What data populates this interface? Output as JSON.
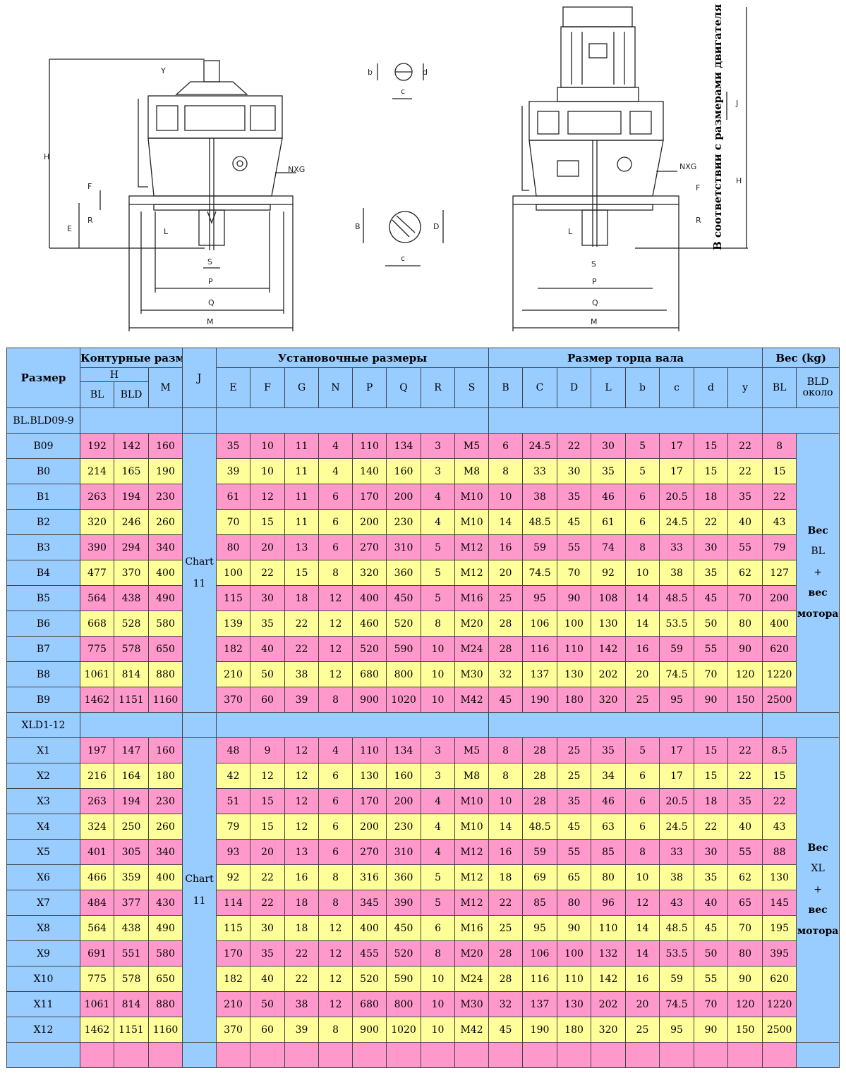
{
  "drawings": {
    "left_labels": [
      "H",
      "Y",
      "F",
      "R",
      "E",
      "L",
      "S",
      "P",
      "Q",
      "M",
      "NXG"
    ],
    "middle_top_labels": [
      "b",
      "d",
      "c"
    ],
    "middle_bottom_labels": [
      "B",
      "D",
      "c"
    ],
    "right_labels": [
      "J",
      "H",
      "F",
      "R",
      "L",
      "S",
      "P",
      "Q",
      "M",
      "NXG"
    ],
    "vertical_note": "В соответствии с размерами двигателя"
  },
  "header": {
    "col_size": "Размер",
    "group_contour": "Контурные размеры",
    "group_install": "Установочные размеры",
    "group_shaft": "Размер торца вала",
    "group_weight": "Вес (kg)",
    "H": "H",
    "BL": "BL",
    "BLD": "BLD",
    "M": "M",
    "J": "J",
    "install_cols": [
      "E",
      "F",
      "G",
      "N",
      "P",
      "Q",
      "R",
      "S"
    ],
    "shaft_cols": [
      "B",
      "C",
      "D",
      "L",
      "b",
      "c",
      "d",
      "y"
    ],
    "weight_BL": "BL",
    "weight_BLD": "BLD около"
  },
  "sections": [
    {
      "label": "BL.BLD09-9",
      "chart": [
        "Chart",
        "11"
      ],
      "note": [
        "Вес",
        "BL",
        "+",
        "вес",
        "мотора"
      ],
      "rows": [
        {
          "size": "B09",
          "v": [
            "192",
            "142",
            "160",
            "35",
            "10",
            "11",
            "4",
            "110",
            "134",
            "3",
            "M5",
            "6",
            "24.5",
            "22",
            "30",
            "5",
            "17",
            "15",
            "22",
            "8"
          ]
        },
        {
          "size": "B0",
          "v": [
            "214",
            "165",
            "190",
            "39",
            "10",
            "11",
            "4",
            "140",
            "160",
            "3",
            "M8",
            "8",
            "33",
            "30",
            "35",
            "5",
            "17",
            "15",
            "22",
            "15"
          ]
        },
        {
          "size": "B1",
          "v": [
            "263",
            "194",
            "230",
            "61",
            "12",
            "11",
            "6",
            "170",
            "200",
            "4",
            "M10",
            "10",
            "38",
            "35",
            "46",
            "6",
            "20.5",
            "18",
            "35",
            "22"
          ]
        },
        {
          "size": "B2",
          "v": [
            "320",
            "246",
            "260",
            "70",
            "15",
            "11",
            "6",
            "200",
            "230",
            "4",
            "M10",
            "14",
            "48.5",
            "45",
            "61",
            "6",
            "24.5",
            "22",
            "40",
            "43"
          ]
        },
        {
          "size": "B3",
          "v": [
            "390",
            "294",
            "340",
            "80",
            "20",
            "13",
            "6",
            "270",
            "310",
            "5",
            "M12",
            "16",
            "59",
            "55",
            "74",
            "8",
            "33",
            "30",
            "55",
            "79"
          ]
        },
        {
          "size": "B4",
          "v": [
            "477",
            "370",
            "400",
            "100",
            "22",
            "15",
            "8",
            "320",
            "360",
            "5",
            "M12",
            "20",
            "74.5",
            "70",
            "92",
            "10",
            "38",
            "35",
            "62",
            "127"
          ]
        },
        {
          "size": "B5",
          "v": [
            "564",
            "438",
            "490",
            "115",
            "30",
            "18",
            "12",
            "400",
            "450",
            "5",
            "M16",
            "25",
            "95",
            "90",
            "108",
            "14",
            "48.5",
            "45",
            "70",
            "200"
          ]
        },
        {
          "size": "B6",
          "v": [
            "668",
            "528",
            "580",
            "139",
            "35",
            "22",
            "12",
            "460",
            "520",
            "8",
            "M20",
            "28",
            "106",
            "100",
            "130",
            "14",
            "53.5",
            "50",
            "80",
            "400"
          ]
        },
        {
          "size": "B7",
          "v": [
            "775",
            "578",
            "650",
            "182",
            "40",
            "22",
            "12",
            "520",
            "590",
            "10",
            "M24",
            "28",
            "116",
            "110",
            "142",
            "16",
            "59",
            "55",
            "90",
            "620"
          ]
        },
        {
          "size": "B8",
          "v": [
            "1061",
            "814",
            "880",
            "210",
            "50",
            "38",
            "12",
            "680",
            "800",
            "10",
            "M30",
            "32",
            "137",
            "130",
            "202",
            "20",
            "74.5",
            "70",
            "120",
            "1220"
          ]
        },
        {
          "size": "B9",
          "v": [
            "1462",
            "1151",
            "1160",
            "370",
            "60",
            "39",
            "8",
            "900",
            "1020",
            "10",
            "M42",
            "45",
            "190",
            "180",
            "320",
            "25",
            "95",
            "90",
            "150",
            "2500"
          ]
        }
      ]
    },
    {
      "label": "XLD1-12",
      "chart": [
        "Chart",
        "11"
      ],
      "note": [
        "Вес",
        "XL",
        "+",
        "вес",
        "мотора"
      ],
      "rows": [
        {
          "size": "X1",
          "v": [
            "197",
            "147",
            "160",
            "48",
            "9",
            "12",
            "4",
            "110",
            "134",
            "3",
            "M5",
            "8",
            "28",
            "25",
            "35",
            "5",
            "17",
            "15",
            "22",
            "8.5"
          ]
        },
        {
          "size": "X2",
          "v": [
            "216",
            "164",
            "180",
            "42",
            "12",
            "12",
            "6",
            "130",
            "160",
            "3",
            "M8",
            "8",
            "28",
            "25",
            "34",
            "6",
            "17",
            "15",
            "22",
            "15"
          ]
        },
        {
          "size": "X3",
          "v": [
            "263",
            "194",
            "230",
            "51",
            "15",
            "12",
            "6",
            "170",
            "200",
            "4",
            "M10",
            "10",
            "28",
            "35",
            "46",
            "6",
            "20.5",
            "18",
            "35",
            "22"
          ]
        },
        {
          "size": "X4",
          "v": [
            "324",
            "250",
            "260",
            "79",
            "15",
            "12",
            "6",
            "200",
            "230",
            "4",
            "M10",
            "14",
            "48.5",
            "45",
            "63",
            "6",
            "24.5",
            "22",
            "40",
            "43"
          ]
        },
        {
          "size": "X5",
          "v": [
            "401",
            "305",
            "340",
            "93",
            "20",
            "13",
            "6",
            "270",
            "310",
            "4",
            "M12",
            "16",
            "59",
            "55",
            "85",
            "8",
            "33",
            "30",
            "55",
            "88"
          ]
        },
        {
          "size": "X6",
          "v": [
            "466",
            "359",
            "400",
            "92",
            "22",
            "16",
            "8",
            "316",
            "360",
            "5",
            "M12",
            "18",
            "69",
            "65",
            "80",
            "10",
            "38",
            "35",
            "62",
            "130"
          ]
        },
        {
          "size": "X7",
          "v": [
            "484",
            "377",
            "430",
            "114",
            "22",
            "18",
            "8",
            "345",
            "390",
            "5",
            "M12",
            "22",
            "85",
            "80",
            "96",
            "12",
            "43",
            "40",
            "65",
            "145"
          ]
        },
        {
          "size": "X8",
          "v": [
            "564",
            "438",
            "490",
            "115",
            "30",
            "18",
            "12",
            "400",
            "450",
            "6",
            "M16",
            "25",
            "95",
            "90",
            "110",
            "14",
            "48.5",
            "45",
            "70",
            "195"
          ]
        },
        {
          "size": "X9",
          "v": [
            "691",
            "551",
            "580",
            "170",
            "35",
            "22",
            "12",
            "455",
            "520",
            "8",
            "M20",
            "28",
            "106",
            "100",
            "132",
            "14",
            "53.5",
            "50",
            "80",
            "395"
          ]
        },
        {
          "size": "X10",
          "v": [
            "775",
            "578",
            "650",
            "182",
            "40",
            "22",
            "12",
            "520",
            "590",
            "10",
            "M24",
            "28",
            "116",
            "110",
            "142",
            "16",
            "59",
            "55",
            "90",
            "620"
          ]
        },
        {
          "size": "X11",
          "v": [
            "1061",
            "814",
            "880",
            "210",
            "50",
            "38",
            "12",
            "680",
            "800",
            "10",
            "M30",
            "32",
            "137",
            "130",
            "202",
            "20",
            "74.5",
            "70",
            "120",
            "1220"
          ]
        },
        {
          "size": "X12",
          "v": [
            "1462",
            "1151",
            "1160",
            "370",
            "60",
            "39",
            "8",
            "900",
            "1020",
            "10",
            "M42",
            "45",
            "190",
            "180",
            "320",
            "25",
            "95",
            "90",
            "150",
            "2500"
          ]
        }
      ]
    }
  ],
  "colors": {
    "header": "#99ccff",
    "pink": "#ff99cc",
    "yellow": "#ffff99"
  }
}
